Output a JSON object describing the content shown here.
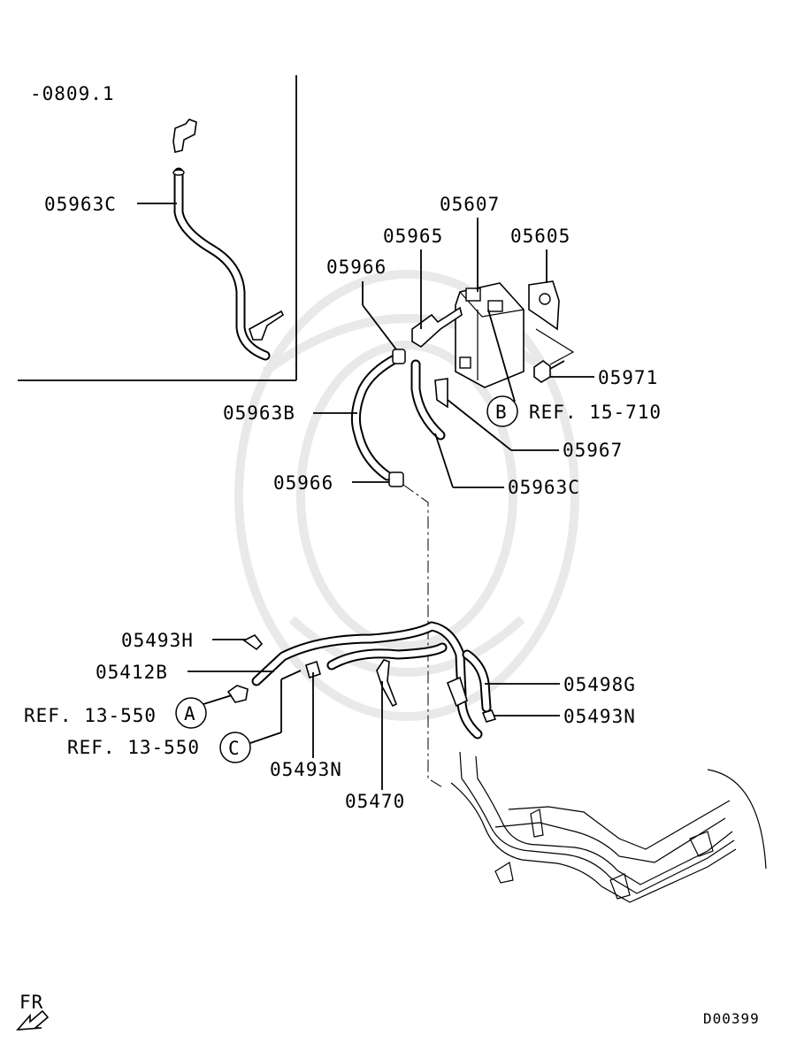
{
  "inset": {
    "range_label": "-0809.1",
    "part": "05963C"
  },
  "callouts": {
    "p05607": "05607",
    "p05965": "05965",
    "p05605": "05605",
    "p05966_top": "05966",
    "p05971": "05971",
    "p05963B": "05963B",
    "p05967": "05967",
    "p05966_bottom": "05966",
    "p05963C": "05963C",
    "p05493H": "05493H",
    "p05412B": "05412B",
    "p05498G": "05498G",
    "p05493N_right": "05493N",
    "p05493N_bottom": "05493N",
    "p05470": "05470"
  },
  "refs": {
    "b": {
      "letter": "B",
      "text": "REF. 15-710"
    },
    "a": {
      "letter": "A",
      "text": "REF. 13-550"
    },
    "c": {
      "letter": "C",
      "text": "REF. 13-550"
    }
  },
  "footer": {
    "direction": "FR",
    "code": "D00399"
  }
}
